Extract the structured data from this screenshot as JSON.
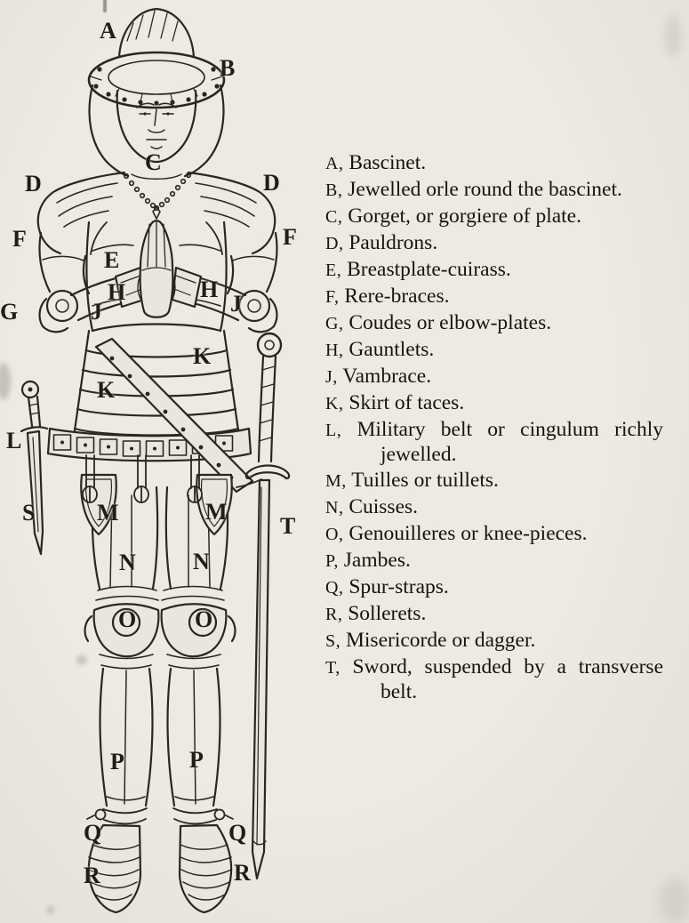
{
  "page": {
    "paper_color": "#e9e6e0",
    "ink_color": "#2b261f",
    "description": "Plate-armour diagram of a knight with lettered parts and legend"
  },
  "figure": {
    "labels": [
      "A",
      "B",
      "C",
      "D",
      "D",
      "F",
      "E",
      "F",
      "H",
      "H",
      "G",
      "J",
      "J",
      "K",
      "K",
      "L",
      "M",
      "M",
      "S",
      "T",
      "N",
      "N",
      "O",
      "O",
      "P",
      "P",
      "Q",
      "Q",
      "R",
      "R"
    ]
  },
  "legend": {
    "items": [
      {
        "label": "A,",
        "text": "Bascinet."
      },
      {
        "label": "B,",
        "text": "Jewelled orle round the bascinet."
      },
      {
        "label": "C,",
        "text": "Gorget, or gorgiere of plate."
      },
      {
        "label": "D,",
        "text": "Pauldrons."
      },
      {
        "label": "E,",
        "text": "Breastplate-cuirass."
      },
      {
        "label": "F,",
        "text": "Rere-braces."
      },
      {
        "label": "G,",
        "text": "Coudes or elbow-plates."
      },
      {
        "label": "H,",
        "text": "Gauntlets."
      },
      {
        "label": "J,",
        "text": "Vambrace."
      },
      {
        "label": "K,",
        "text": "Skirt of taces."
      },
      {
        "label": "L,",
        "text": "Military belt or cingulum richly jewelled."
      },
      {
        "label": "M,",
        "text": "Tuilles or tuillets."
      },
      {
        "label": "N,",
        "text": "Cuisses."
      },
      {
        "label": "O,",
        "text": "Genouilleres or knee-pieces."
      },
      {
        "label": "P,",
        "text": "Jambes."
      },
      {
        "label": "Q,",
        "text": "Spur-straps."
      },
      {
        "label": "R,",
        "text": "Sollerets."
      },
      {
        "label": "S,",
        "text": "Misericorde or dagger."
      },
      {
        "label": "T,",
        "text": "Sword, suspended by a transverse belt."
      }
    ]
  }
}
